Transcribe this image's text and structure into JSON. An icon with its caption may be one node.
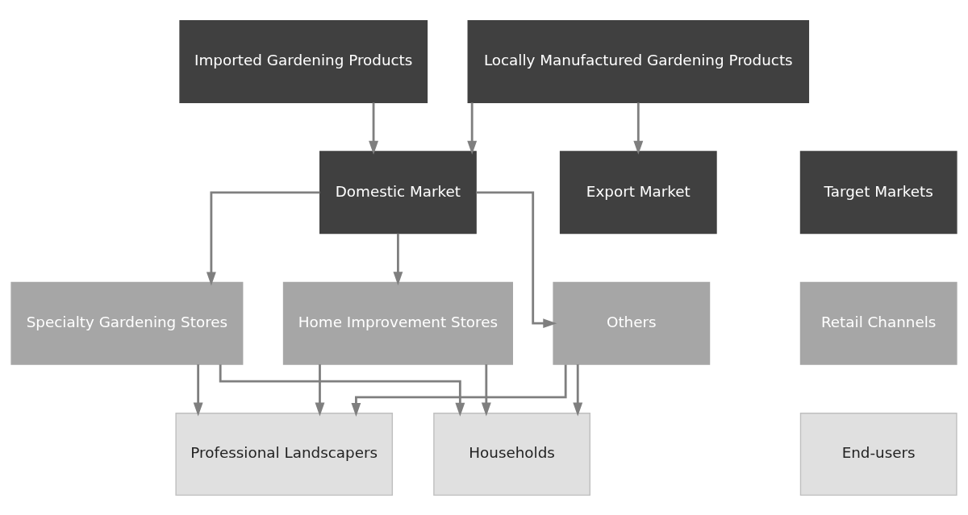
{
  "diagram": {
    "nodes": [
      {
        "text": [
          "Imported Gardening Products"
        ]
      },
      {
        "text": [
          "Locally Manufactured Gardening Products"
        ]
      },
      {
        "text": [
          "Target Markets"
        ]
      },
      {
        "text": [
          "Domestic Market"
        ]
      },
      {
        "text": [
          "Export Market"
        ]
      },
      {
        "text": [
          "Retail Channels"
        ]
      },
      {
        "text": [
          "Specialty Gardening Stores"
        ]
      },
      {
        "text": [
          "Home Improvement Stores"
        ]
      },
      {
        "text": [
          "Others"
        ]
      },
      {
        "text": [
          "End-users"
        ]
      },
      {
        "text": [
          "Professional Landscapers"
        ]
      },
      {
        "text": [
          "Households"
        ]
      }
    ],
    "edges": [
      {
        "from": 0,
        "to": 3,
        "arrow": "to"
      },
      {
        "from": 1,
        "to": 3,
        "arrow": "to"
      },
      {
        "from": 1,
        "to": 4,
        "arrow": "to"
      },
      {
        "from": 3,
        "to": 6,
        "arrow": "to"
      },
      {
        "from": 3,
        "to": 7,
        "arrow": "to"
      },
      {
        "from": 3,
        "to": 8,
        "arrow": "to"
      },
      {
        "from": 6,
        "to": 10,
        "arrow": "to"
      },
      {
        "from": 7,
        "to": 10,
        "arrow": "to"
      },
      {
        "from": 8,
        "to": 10,
        "arrow": "to"
      },
      {
        "from": 6,
        "to": 11,
        "arrow": "to"
      },
      {
        "from": 7,
        "to": 11,
        "arrow": "to"
      },
      {
        "from": 8,
        "to": 11,
        "arrow": "to"
      }
    ]
  }
}
